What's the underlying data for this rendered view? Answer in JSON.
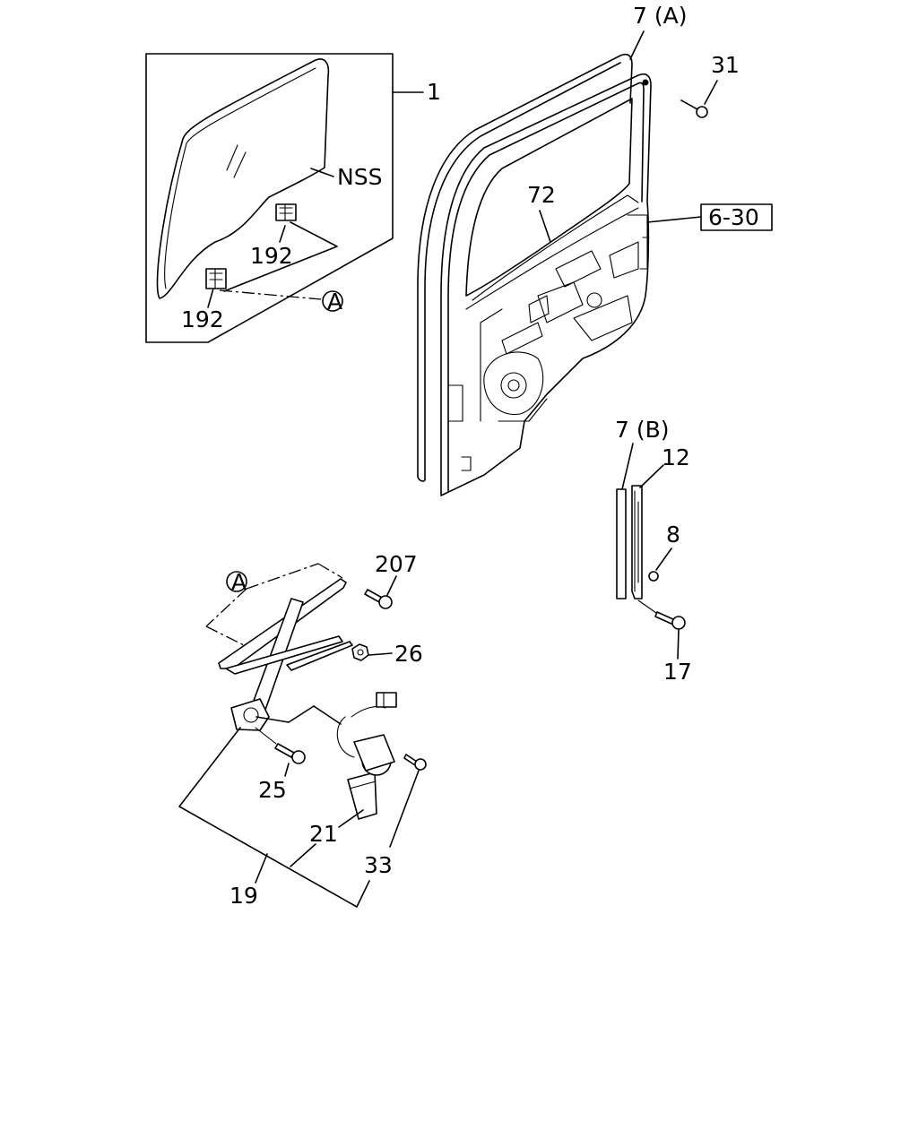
{
  "diagram": {
    "part_labels": {
      "glass": "1",
      "glass_note": "NSS",
      "glass_clip_upper": "192",
      "glass_clip_lower": "192",
      "ref_a_glass": "A",
      "weatherstrip_a": "7 (A)",
      "screw_31": "31",
      "door_ref": "6-30",
      "liner_72": "72",
      "weatherstrip_b": "7 (B)",
      "channel_12": "12",
      "bolt_8": "8",
      "bolt_17": "17",
      "ref_a_regulator": "A",
      "bolt_207": "207",
      "nut_26": "26",
      "bolt_25": "25",
      "motor_21": "21",
      "screw_33": "33",
      "regulator_19": "19"
    }
  }
}
